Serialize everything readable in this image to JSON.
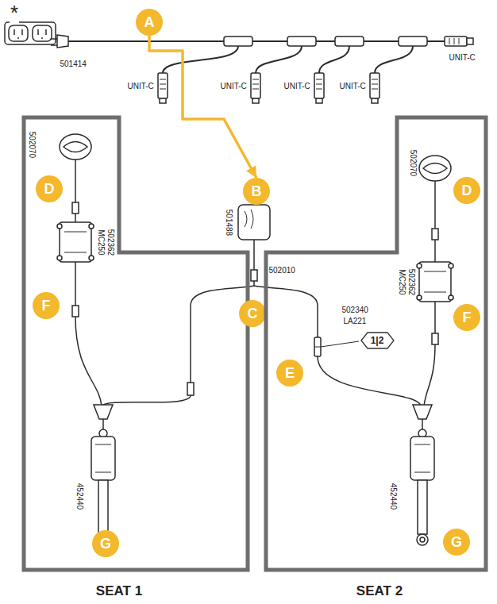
{
  "diagram": {
    "nodes": [
      {
        "text": [
          "A"
        ]
      },
      {
        "text": [
          "B"
        ]
      },
      {
        "text": [
          "SEAT 1"
        ]
      },
      {
        "text": [
          "D"
        ],
        "in": 2
      },
      {
        "text": [
          "F"
        ],
        "in": 2
      },
      {
        "text": [
          "G"
        ],
        "in": 2
      },
      {
        "text": [
          "C"
        ]
      },
      {
        "text": [
          "SEAT 2"
        ]
      },
      {
        "text": [
          "D"
        ],
        "in": 7
      },
      {
        "text": [
          "E"
        ],
        "in": 7
      },
      {
        "text": [
          "1|2"
        ],
        "in": 7
      },
      {
        "text": [
          "F"
        ],
        "in": 7
      },
      {
        "text": [
          "G"
        ],
        "in": 7
      }
    ],
    "edges": [
      {
        "from": 0,
        "to": 1,
        "arrow": "to"
      }
    ],
    "labels": [
      "*",
      "501414",
      "UNIT-C",
      "UNIT-C",
      "UNIT-C",
      "UNIT-C",
      "UNIT-C",
      "501488",
      "502070",
      "MC250",
      "502362",
      "452440",
      "502010",
      "502340",
      "LA221",
      "502070",
      "MC250",
      "502362",
      "452440"
    ]
  }
}
